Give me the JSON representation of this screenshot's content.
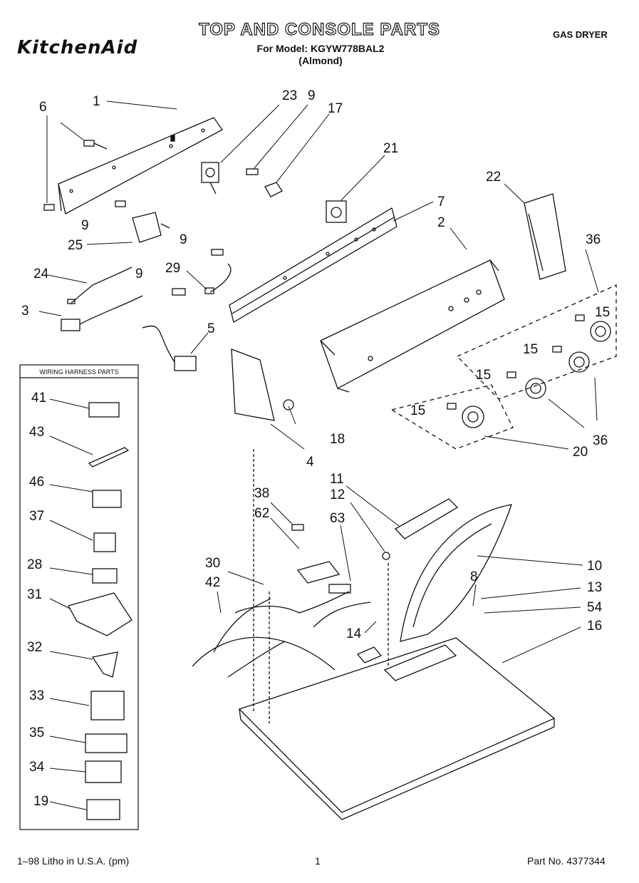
{
  "header": {
    "brand": "KitchenAid",
    "title": "TOP AND CONSOLE PARTS",
    "model_line": "For Model: KGYW778BAL2",
    "color_line": "(Almond)",
    "type": "GAS DRYER"
  },
  "harness_box": {
    "title": "WIRING HARNESS PARTS"
  },
  "callouts": [
    "1",
    "6",
    "23",
    "9",
    "17",
    "21",
    "22",
    "7",
    "2",
    "36",
    "9",
    "25",
    "9",
    "24",
    "9",
    "29",
    "3",
    "5",
    "15",
    "15",
    "15",
    "15",
    "18",
    "4",
    "20",
    "36",
    "41",
    "43",
    "46",
    "37",
    "28",
    "31",
    "32",
    "33",
    "35",
    "34",
    "19",
    "11",
    "12",
    "38",
    "62",
    "63",
    "10",
    "30",
    "8",
    "13",
    "42",
    "54",
    "14",
    "16"
  ],
  "footer": {
    "left": "1–98 Litho in U.S.A. (pm)",
    "center": "1",
    "right": "Part No. 4377344"
  }
}
